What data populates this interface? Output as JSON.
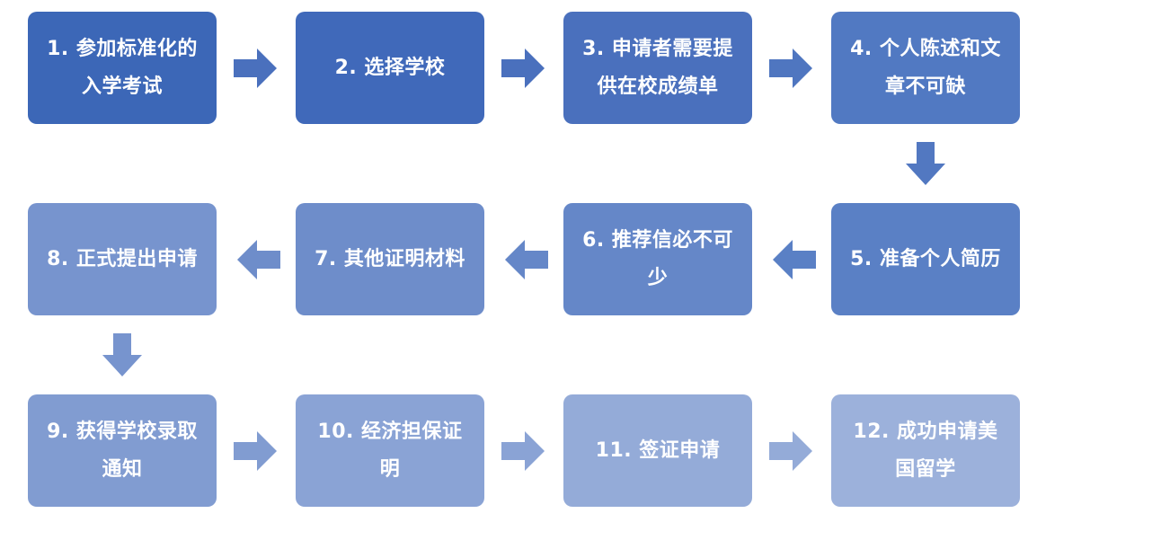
{
  "steps": [
    {
      "label": "1. 参加标准化的入学考试",
      "color": "#3C67B7"
    },
    {
      "label": "2. 选择学校",
      "color": "#4069BA"
    },
    {
      "label": "3. 申请者需要提供在校成绩单",
      "color": "#4A70BD"
    },
    {
      "label": "4. 个人陈述和文章不可缺",
      "color": "#5179C2"
    },
    {
      "label": "5. 准备个人简历",
      "color": "#5A80C5"
    },
    {
      "label": "6. 推荐信必不可少",
      "color": "#6587C8"
    },
    {
      "label": "7. 其他证明材料",
      "color": "#6E8DCA"
    },
    {
      "label": "8. 正式提出申请",
      "color": "#7794CE"
    },
    {
      "label": "9. 获得学校录取通知",
      "color": "#819CD1"
    },
    {
      "label": "10. 经济担保证明",
      "color": "#8AA3D5"
    },
    {
      "label": "11. 签证申请",
      "color": "#94ABD8"
    },
    {
      "label": "12. 成功申请美国留学",
      "color": "#9CB1DB"
    }
  ],
  "arrows": [
    {
      "from": 1,
      "to": 2,
      "direction": "right",
      "color": "#4A70BD"
    },
    {
      "from": 2,
      "to": 3,
      "direction": "right",
      "color": "#4A70BD"
    },
    {
      "from": 3,
      "to": 4,
      "direction": "right",
      "color": "#4F76C0"
    },
    {
      "from": 4,
      "to": 5,
      "direction": "down",
      "color": "#5278C1"
    },
    {
      "from": 5,
      "to": 6,
      "direction": "left",
      "color": "#5A80C5"
    },
    {
      "from": 6,
      "to": 7,
      "direction": "left",
      "color": "#6587C8"
    },
    {
      "from": 7,
      "to": 8,
      "direction": "left",
      "color": "#6E8DCA"
    },
    {
      "from": 8,
      "to": 9,
      "direction": "down",
      "color": "#7794CE"
    },
    {
      "from": 9,
      "to": 10,
      "direction": "right",
      "color": "#819CD1"
    },
    {
      "from": 10,
      "to": 11,
      "direction": "right",
      "color": "#8AA3D5"
    },
    {
      "from": 11,
      "to": 12,
      "direction": "right",
      "color": "#94ABD8"
    }
  ]
}
